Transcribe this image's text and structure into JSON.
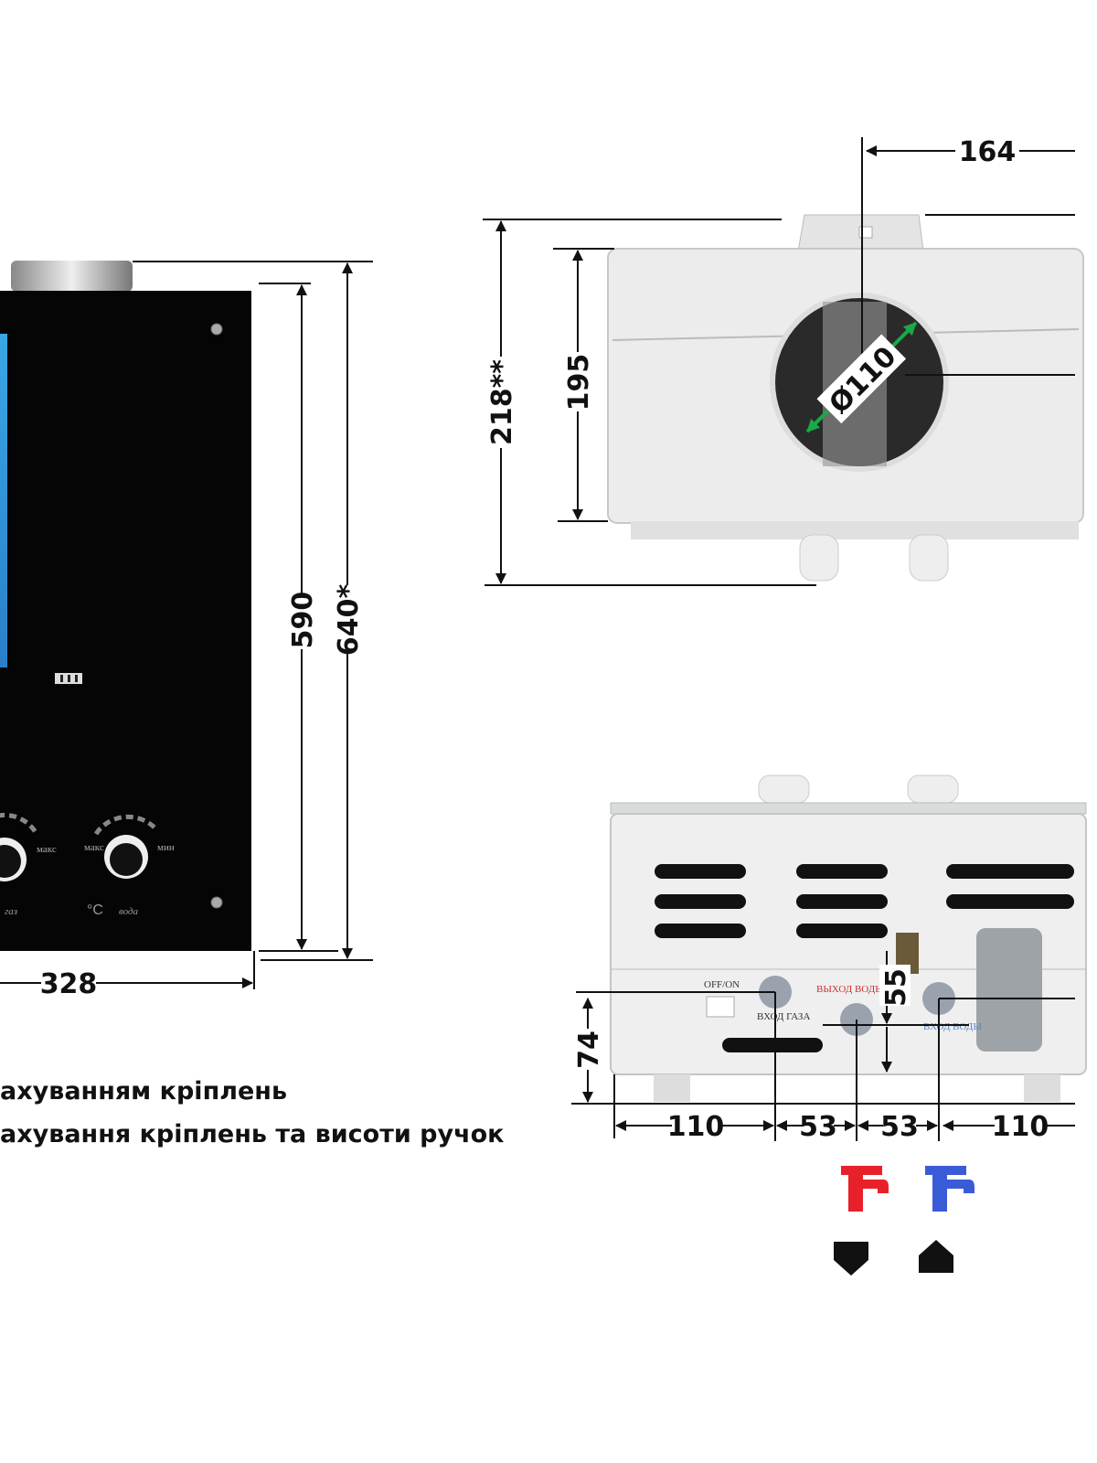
{
  "front_view": {
    "panel_labels": {
      "gas": "газ",
      "water": "вода",
      "celsius": "°C",
      "max": "макс",
      "min": "мин"
    },
    "dimensions": {
      "height_body": "590",
      "height_total": "640*",
      "width": "328"
    }
  },
  "top_view": {
    "dimensions": {
      "depth": "164",
      "flue_diameter": "Ø110",
      "height_total": "218**",
      "height_body": "195"
    }
  },
  "bottom_view": {
    "labels": {
      "switch": "OFF/ON",
      "gas_in": "ВХОД ГАЗА",
      "water_out": "ВЫХОД ВОДЫ",
      "water_in": "ВХОД ВОДЫ"
    },
    "dimensions": {
      "height_pipes": "74",
      "offset": "55",
      "spacing": [
        "110",
        "53",
        "53",
        "110"
      ]
    }
  },
  "legend": {
    "hot_color": "#e8202a",
    "cold_color": "#3a5bd8",
    "hot_arrow": "arrow-down",
    "cold_arrow": "arrow-up"
  },
  "notes": [
    "ахуванням кріплень",
    "ахування кріплень та висоти ручок"
  ]
}
